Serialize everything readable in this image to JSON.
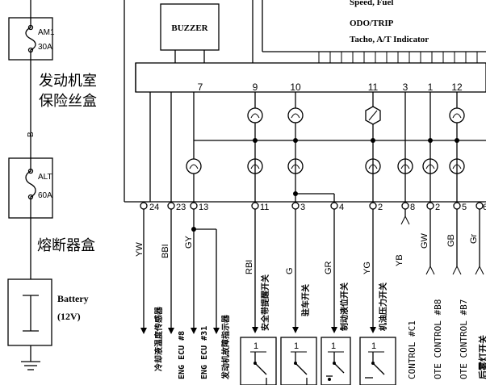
{
  "meter_text": {
    "line1": "Speed, Fuel",
    "line2": "ODO/TRIP",
    "line3": "Tacho, A/T Indicator"
  },
  "buzzer_label": "BUZZER",
  "fuses": {
    "am1_name": "AM1",
    "am1_rating": "30A",
    "engine_box_line1": "发动机室",
    "engine_box_line2": "保险丝盒",
    "wire_b": "B",
    "alt_name": "ALT",
    "alt_rating": "60A",
    "fusible_box": "熔断器盒"
  },
  "battery": {
    "name": "Battery",
    "voltage": "(12V)"
  },
  "top_pins": [
    "7",
    "9",
    "10",
    "11",
    "3",
    "1",
    "12"
  ],
  "bottom_pins": [
    "24",
    "23",
    "13",
    "11",
    "3",
    "4",
    "2",
    "8",
    "2",
    "5",
    "6"
  ],
  "wire_colors": {
    "yw": "YW",
    "bbi": "BBI",
    "gy": "GY",
    "rbi": "RBI",
    "g": "G",
    "gr": "GR",
    "yg": "YG",
    "yb": "YB",
    "gw": "GW",
    "gb": "GB",
    "gr2": "Gr"
  },
  "signals": {
    "s1": "冷却液温度传感器",
    "s2": "ENG ECU #8",
    "s3": "ENG ECU #31",
    "s4": "发动机故障指示器",
    "s5": "安全带提醒开关",
    "s6": "驻车开关",
    "s7": "制动液位开关",
    "s8": "机油压力开关",
    "s9": "CONTROL #C1",
    "s10": "OTE CONTROL #B8",
    "s11": "OTE CONTROL #B7",
    "s12": "后雾灯开关"
  }
}
